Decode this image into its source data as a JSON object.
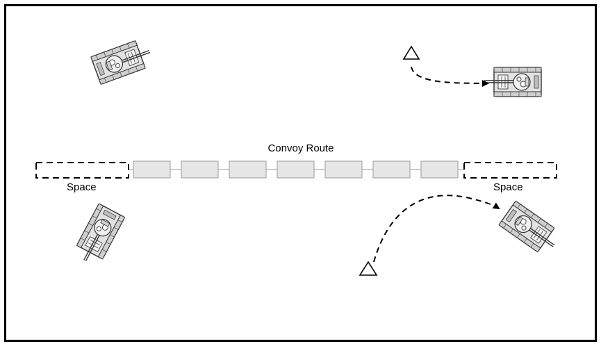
{
  "diagram": {
    "title": "Convoy Route",
    "space_left_label": "Space",
    "space_right_label": "Space",
    "convoy_vehicle_count": 7,
    "colors": {
      "vehicle_fill": "#e6e6e6",
      "vehicle_stroke": "#9a9a9a",
      "line": "#000000",
      "tank_body": "#d9d9d9"
    },
    "icons": [
      "tank-icon",
      "observation-post-triangle-icon",
      "dashed-arrow-icon"
    ]
  }
}
